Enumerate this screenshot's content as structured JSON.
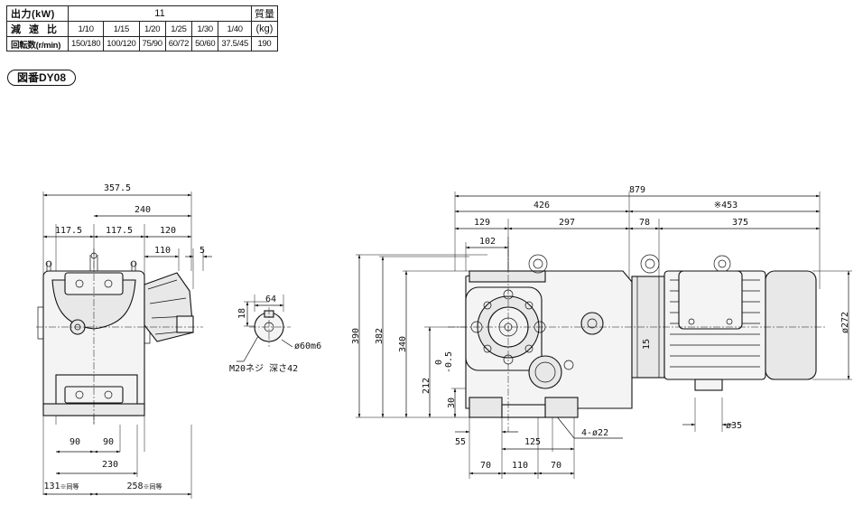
{
  "table": {
    "output_label": "出力(kW)",
    "output_value": "11",
    "mass_label_1": "質量",
    "mass_label_2": "(kg)",
    "ratio_label": "減速比",
    "ratios": [
      "1/10",
      "1/15",
      "1/20",
      "1/25",
      "1/30",
      "1/40"
    ],
    "speed_label": "回転数(r/min)",
    "speeds": [
      "150/180",
      "100/120",
      "75/90",
      "60/72",
      "50/60",
      "37.5/45"
    ],
    "mass_value": "190"
  },
  "drawing_tag": "図番DY08",
  "side_view": {
    "d_total": "357.5",
    "d_240": "240",
    "d_117a": "117.5",
    "d_117b": "117.5",
    "d_120": "120",
    "d_110": "110",
    "d_5": "5",
    "d_90a": "90",
    "d_90b": "90",
    "d_230": "230",
    "d_131": "131",
    "d_131_note": "※同等",
    "d_258": "258",
    "d_258_note": "※同等"
  },
  "shaft_view": {
    "d_64": "64",
    "d_18": "18",
    "d_shaft": "ø60m6",
    "thread_note": "M20ネジ 深さ42"
  },
  "front_view": {
    "d_879": "879",
    "d_426": "426",
    "d_453": "※453",
    "d_129": "129",
    "d_297": "297",
    "d_78": "78",
    "d_375": "375",
    "d_102": "102",
    "d_390": "390",
    "d_382": "382",
    "d_340": "340",
    "d_212": "212",
    "d_212_tol": "0\n-0.5",
    "d_30": "30",
    "d_15": "15",
    "d_272": "ø272",
    "d_35": "ø35",
    "d_55": "55",
    "d_125": "125",
    "d_70a": "70",
    "d_110": "110",
    "d_70b": "70",
    "d_holes": "4-ø22"
  }
}
